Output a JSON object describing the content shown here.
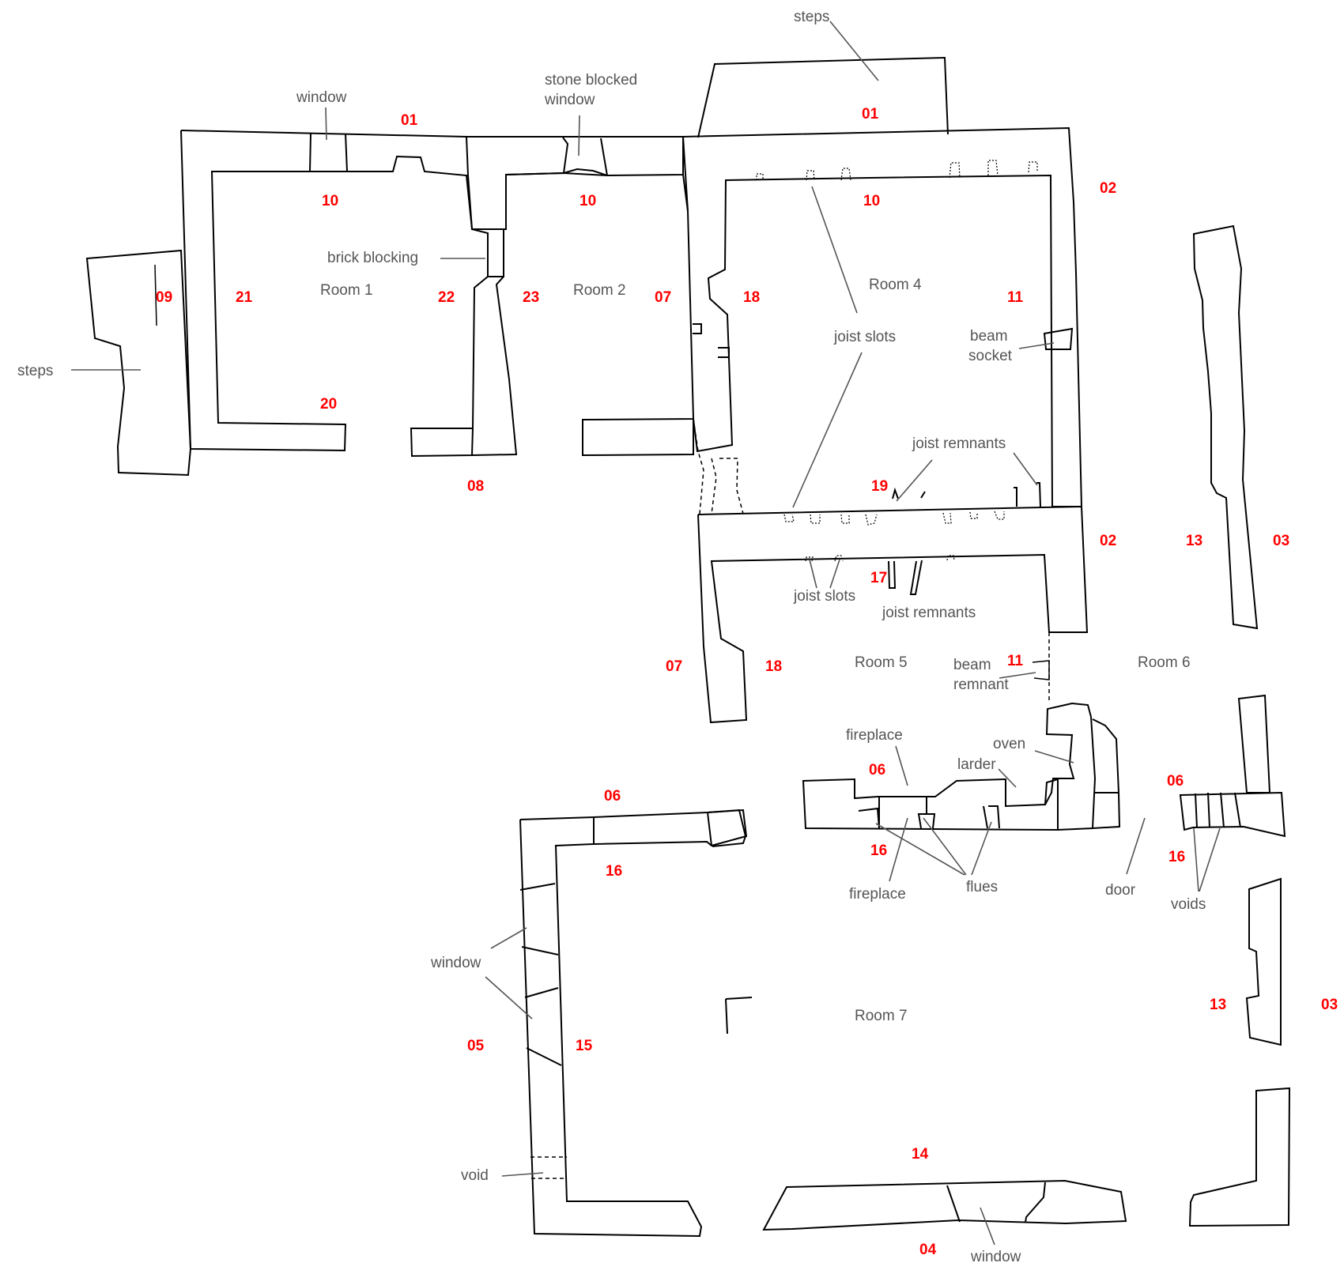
{
  "rooms": {
    "r1": "Room 1",
    "r2": "Room 2",
    "r4": "Room 4",
    "r5": "Room 5",
    "r6": "Room 6",
    "r7": "Room 7"
  },
  "wall_numbers": {
    "n01": "01",
    "n02": "02",
    "n03": "03",
    "n04": "04",
    "n05": "05",
    "n06": "06",
    "n07": "07",
    "n08": "08",
    "n09": "09",
    "n10": "10",
    "n11": "11",
    "n13": "13",
    "n14": "14",
    "n15": "15",
    "n16": "16",
    "n17": "17",
    "n18": "18",
    "n19": "19",
    "n20": "20",
    "n21": "21",
    "n22": "22",
    "n23": "23"
  },
  "features": {
    "steps": "steps",
    "window": "window",
    "stone_blocked_1": "stone blocked",
    "stone_blocked_2": "window",
    "brick_blocking": "brick blocking",
    "joist_slots": "joist slots",
    "beam": "beam",
    "socket": "socket",
    "joist_remnants": "joist remnants",
    "remnant": "remnant",
    "fireplace": "fireplace",
    "oven": "oven",
    "larder": "larder",
    "flues": "flues",
    "door": "door",
    "voids": "voids",
    "void": "void"
  }
}
